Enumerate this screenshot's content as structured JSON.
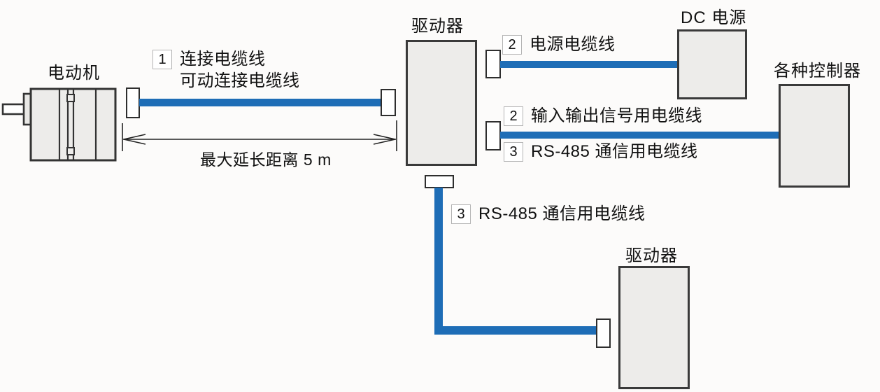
{
  "diagram": {
    "devices": {
      "motor": "电动机",
      "driver1": "驱动器",
      "dc_power": "DC 电源",
      "controllers": "各种控制器",
      "driver2": "驱动器"
    },
    "callouts": {
      "connection_cable": {
        "num": "1",
        "line1": "连接电缆线",
        "line2": "可动连接电缆线"
      },
      "power_cable": {
        "num": "2",
        "label": "电源电缆线"
      },
      "io_cable": {
        "num": "2",
        "label": "输入输出信号用电缆线"
      },
      "rs485_cable": {
        "num": "3",
        "label": "RS-485 通信用电缆线"
      },
      "rs485_cable_lower": {
        "num": "3",
        "label": "RS-485 通信用电缆线"
      }
    },
    "dimension": "最大延长距离 5 m",
    "colors": {
      "cable_blue": "#1e6db6",
      "device_fill": "#edecea",
      "device_border": "#3a3a3a",
      "background": "#fcfbfa"
    }
  }
}
